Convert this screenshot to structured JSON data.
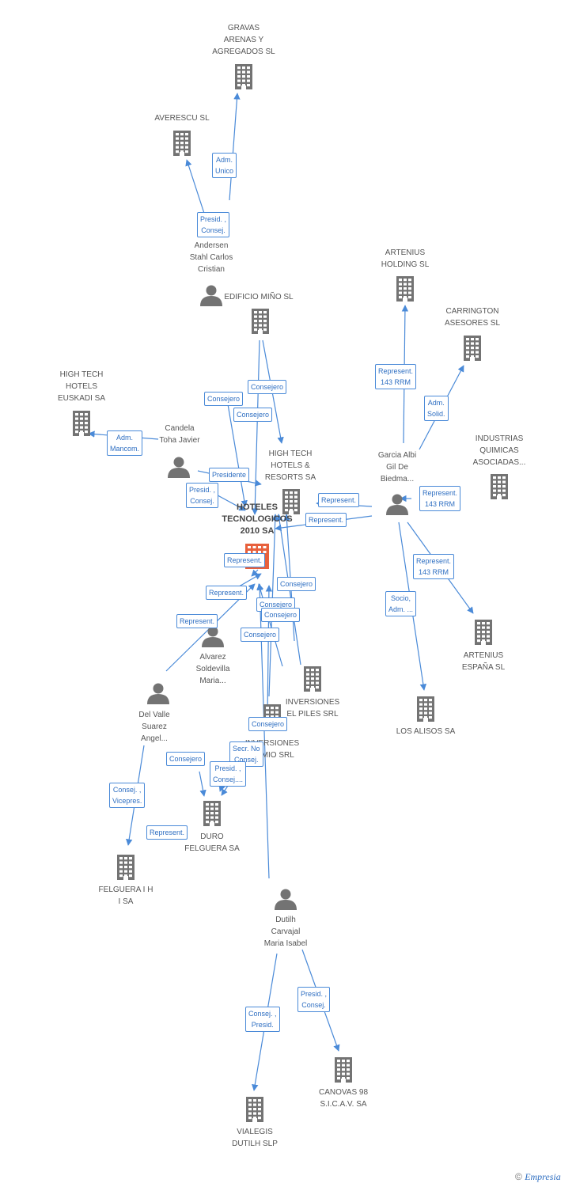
{
  "colors": {
    "edge": "#4a8ad8",
    "node": "#737373",
    "main_node": "#e8603c",
    "label": "#555555"
  },
  "nodes": [
    {
      "id": "gravas",
      "type": "company",
      "label": "GRAVAS\nARENAS Y\nAGREGADOS SL"
    },
    {
      "id": "averescu",
      "type": "company",
      "label": "AVERESCU  SL"
    },
    {
      "id": "andersen",
      "type": "person",
      "label": "Andersen\nStahl Carlos\nCristian"
    },
    {
      "id": "edificio",
      "type": "company",
      "label": "EDIFICIO MIÑO SL"
    },
    {
      "id": "artenius_holding",
      "type": "company",
      "label": "ARTENIUS\nHOLDING SL"
    },
    {
      "id": "carrington",
      "type": "company",
      "label": "CARRINGTON\nASESORES SL"
    },
    {
      "id": "hth_euskadi",
      "type": "company",
      "label": "HIGH TECH\nHOTELS\nEUSKADI SA"
    },
    {
      "id": "candela",
      "type": "person",
      "label": "Candela\nToha Javier"
    },
    {
      "id": "hth_resorts",
      "type": "company",
      "label": "HIGH TECH\nHOTELS &\nRESORTS SA"
    },
    {
      "id": "garcia",
      "type": "person",
      "label": "Garcia Albi\nGil De\nBiedma..."
    },
    {
      "id": "industrias",
      "type": "company",
      "label": "INDUSTRIAS\nQUIMICAS\nASOCIADAS..."
    },
    {
      "id": "hoteles",
      "type": "main",
      "label": "HOTELES\nTECNOLOGICOS\n2010 SA"
    },
    {
      "id": "alvarez",
      "type": "person",
      "label": "Alvarez\nSoldevilla\nMaria..."
    },
    {
      "id": "artenius_espana",
      "type": "company",
      "label": "ARTENIUS\nESPAÑA SL"
    },
    {
      "id": "inversiones_piles",
      "type": "company",
      "label": "INVERSIONES\nEL PILES SRL"
    },
    {
      "id": "del_valle",
      "type": "person",
      "label": "Del Valle\nSuarez\nAngel..."
    },
    {
      "id": "los_alisos",
      "type": "company",
      "label": "LOS ALISOS SA"
    },
    {
      "id": "inv_somio",
      "type": "company",
      "label": "INVERSIONES\nSOMIO SRL"
    },
    {
      "id": "duro",
      "type": "company",
      "label": "DURO\nFELGUERA SA"
    },
    {
      "id": "felguera_ih",
      "type": "company",
      "label": "FELGUERA I H\nI SA"
    },
    {
      "id": "dutilh",
      "type": "person",
      "label": "Dutilh\nCarvajal\nMaria Isabel"
    },
    {
      "id": "canovas",
      "type": "company",
      "label": "CANOVAS 98\nS.I.C.A.V. SA"
    },
    {
      "id": "vialegis",
      "type": "company",
      "label": "VIALEGIS\nDUTILH SLP"
    }
  ],
  "relations": [
    {
      "label": "Adm.\nUnico"
    },
    {
      "label": "Presid. ,\nConsej."
    },
    {
      "label": "Consejero"
    },
    {
      "label": "Consejero"
    },
    {
      "label": "Consejero"
    },
    {
      "label": "Adm.\nMancom."
    },
    {
      "label": "Presidente"
    },
    {
      "label": "Presid. ,\nConsej."
    },
    {
      "label": "Represent.\n143 RRM"
    },
    {
      "label": "Adm.\nSolid."
    },
    {
      "label": "Represent."
    },
    {
      "label": "Represent."
    },
    {
      "label": "Represent.\n143 RRM"
    },
    {
      "label": "Represent."
    },
    {
      "label": "Represent."
    },
    {
      "label": "Consejero"
    },
    {
      "label": "Represent.\n143 RRM"
    },
    {
      "label": "Represent."
    },
    {
      "label": "Consejero"
    },
    {
      "label": "Consejero"
    },
    {
      "label": "Consejero"
    },
    {
      "label": "Consejero"
    },
    {
      "label": "Secr.  No\nConsej."
    },
    {
      "label": "Consejero"
    },
    {
      "label": "Presid. ,\nConsej...."
    },
    {
      "label": "Consej. ,\nVicepres."
    },
    {
      "label": "Represent."
    },
    {
      "label": "Presid. ,\nConsej."
    },
    {
      "label": "Consej. ,\nPresid."
    },
    {
      "label": "Socio,\nAdm. ..."
    }
  ],
  "footer": {
    "copyright": "©",
    "brand": "Empresia"
  }
}
